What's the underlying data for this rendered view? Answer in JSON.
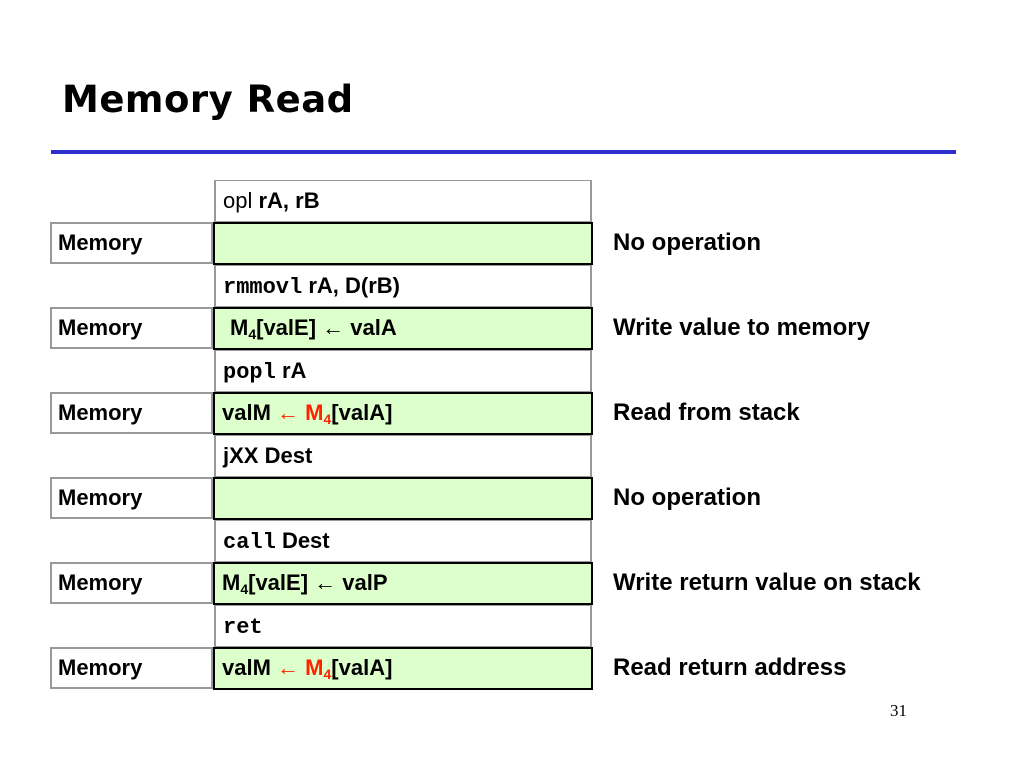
{
  "slide": {
    "title": "Memory Read",
    "page_number": "31"
  },
  "colors": {
    "rule": "#2e2ecc",
    "stage_fill": "#ddffcc",
    "highlight": "#ff2200"
  },
  "rows": [
    {
      "instruction": {
        "mnemonic": "opl",
        "args": "rA, rB"
      },
      "stage": "Memory",
      "action": "",
      "description": "No operation"
    },
    {
      "instruction": {
        "mnemonic": "rmmovl",
        "args": "rA, D(rB)"
      },
      "stage": "Memory",
      "action": {
        "pre": "",
        "mem": "M",
        "sub": "4",
        "post": "[valE]",
        "arrow": "←",
        "rhs": "valA"
      },
      "description": "Write value to memory"
    },
    {
      "instruction": {
        "mnemonic": "popl",
        "args": "rA"
      },
      "stage": "Memory",
      "action": {
        "lhs": "valM",
        "arrow": "←",
        "mem": "M",
        "sub": "4",
        "post": "[valA]"
      },
      "description": "Read from stack"
    },
    {
      "instruction": {
        "mnemonic": "jXX",
        "args": "Dest"
      },
      "stage": "Memory",
      "action": "",
      "description": "No operation"
    },
    {
      "instruction": {
        "mnemonic": "call",
        "args": "Dest"
      },
      "stage": "Memory",
      "action": {
        "pre": "",
        "mem": "M",
        "sub": "4",
        "post": "[valE]",
        "arrow": "←",
        "rhs": "valP"
      },
      "description": "Write return value on stack"
    },
    {
      "instruction": {
        "mnemonic": "ret",
        "args": ""
      },
      "stage": "Memory",
      "action": {
        "lhs": "valM",
        "arrow": "←",
        "mem": "M",
        "sub": "4",
        "post": "[valA]"
      },
      "description": "Read return address"
    }
  ]
}
